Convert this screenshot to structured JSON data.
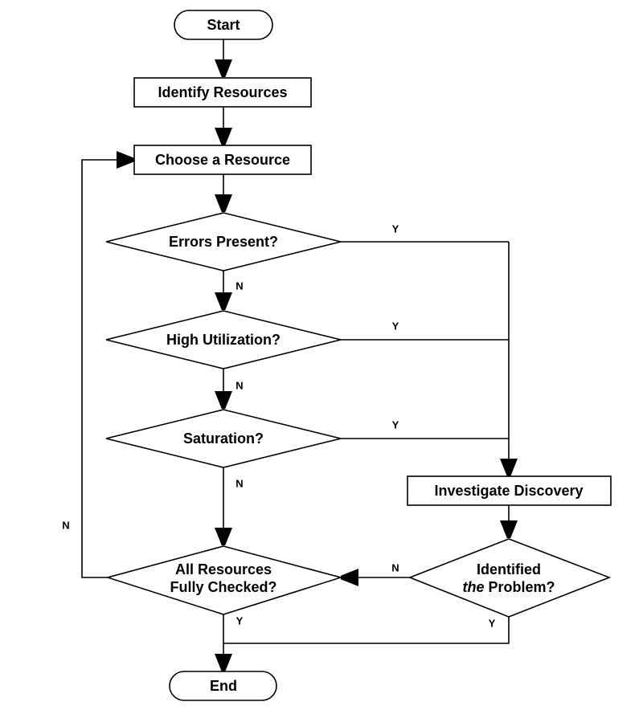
{
  "nodes": {
    "start": {
      "label": "Start"
    },
    "identify": {
      "label": "Identify Resources"
    },
    "choose": {
      "label": "Choose a Resource"
    },
    "errors": {
      "label": "Errors Present?"
    },
    "utilization": {
      "label": "High Utilization?"
    },
    "saturation": {
      "label": "Saturation?"
    },
    "investigate": {
      "label": "Investigate Discovery"
    },
    "all_checked": {
      "line1": "All Resources",
      "line2": "Fully Checked?"
    },
    "identified": {
      "line1": "Identified",
      "line2_emphasis": "the",
      "line2_rest": " Problem?"
    },
    "end": {
      "label": "End"
    }
  },
  "edge_labels": {
    "errors_yes": "Y",
    "errors_no": "N",
    "utilization_yes": "Y",
    "utilization_no": "N",
    "saturation_yes": "Y",
    "saturation_no": "N",
    "all_checked_no": "N",
    "all_checked_yes": "Y",
    "identified_no": "N",
    "identified_yes": "Y"
  }
}
